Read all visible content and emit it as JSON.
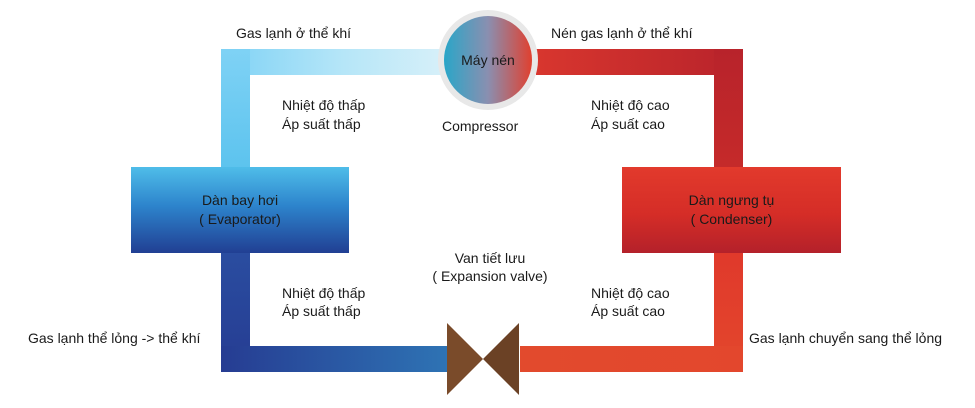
{
  "compressor": {
    "title": "Máy nén",
    "subtitle": "Compressor"
  },
  "evaporator": {
    "line1": "Dàn bay hơi",
    "line2": "( Evaporator)"
  },
  "condenser": {
    "line1": "Dàn ngưng tụ",
    "line2": "( Condenser)"
  },
  "valve": {
    "line1": "Van tiết lưu",
    "line2": "( Expansion valve)"
  },
  "labels": {
    "top_left": "Gas lạnh ở thể khí",
    "top_right": "Nén gas lạnh ở thể khí",
    "bottom_left": "Gas lạnh thể lỏng -> thể khí",
    "bottom_right": "Gas lạnh chuyển sang thể lỏng"
  },
  "quadrants": {
    "upper_left": {
      "temp": "Nhiệt độ thấp",
      "pressure": "Áp suất thấp"
    },
    "upper_right": {
      "temp": "Nhiệt độ cao",
      "pressure": "Áp suất cao"
    },
    "lower_left": {
      "temp": "Nhiệt độ thấp",
      "pressure": "Áp suất thấp"
    },
    "lower_right": {
      "temp": "Nhiệt độ cao",
      "pressure": "Áp suất cao"
    }
  },
  "colors": {
    "cold_light": "#4fbde9",
    "cold_dark": "#213f93",
    "hot": "#d52d27",
    "hot_dark": "#b4212a",
    "valve": "#7a4b2a"
  }
}
